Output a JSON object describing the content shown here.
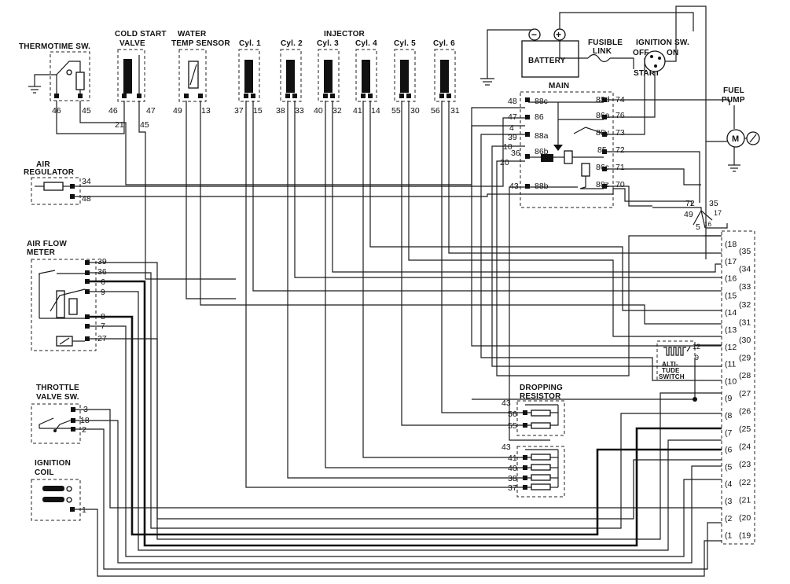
{
  "components": {
    "thermotime": "THERMOTIME SW.",
    "cold_start_1": "COLD START",
    "cold_start_2": "VALVE",
    "water_temp_1": "WATER",
    "water_temp_2": "TEMP SENSOR",
    "injector": "INJECTOR",
    "cyl1": "Cyl. 1",
    "cyl2": "Cyl. 2",
    "cyl3": "Cyl. 3",
    "cyl4": "Cyl. 4",
    "cyl5": "Cyl. 5",
    "cyl6": "Cyl. 6",
    "battery": "BATTERY",
    "fusible_1": "FUSIBLE",
    "fusible_2": "LINK",
    "ignition_sw": "IGNITION SW.",
    "off": "OFF",
    "on": "ON",
    "start": "START",
    "main": "MAIN",
    "fuel_1": "FUEL",
    "fuel_2": "PUMP",
    "motor": "M",
    "air_reg_1": "AIR",
    "air_reg_2": "REGULATOR",
    "afm_1": "AIR FLOW",
    "afm_2": "METER",
    "throttle_1": "THROTTLE",
    "throttle_2": "VALVE SW.",
    "coil_1": "IGNITION",
    "coil_2": "COIL",
    "dropping_1": "DROPPING",
    "dropping_2": "RESISTOR",
    "alt_1": "ALTI-",
    "alt_2": "TUDE",
    "alt_3": "SWITCH"
  },
  "pins": {
    "thermo": [
      "46",
      "45"
    ],
    "cold": [
      "46",
      "47",
      "21",
      "45"
    ],
    "water": [
      "49",
      "13"
    ],
    "cyl1": [
      "37",
      "15"
    ],
    "cyl2": [
      "38",
      "33"
    ],
    "cyl3": [
      "40",
      "32"
    ],
    "cyl4": [
      "41",
      "14"
    ],
    "cyl5": [
      "55",
      "30"
    ],
    "cyl6": [
      "56",
      "31"
    ],
    "relay_left": [
      "48",
      "88c",
      "47",
      "86",
      "4",
      "39",
      "88a",
      "10",
      "36",
      "86b",
      "20",
      "43",
      "88b"
    ],
    "relay_right": [
      "88d",
      "74",
      "86a",
      "76",
      "88y",
      "73",
      "85",
      "72",
      "86c",
      "71",
      "88z",
      "70"
    ],
    "junction": [
      "72",
      "35",
      "49",
      "17",
      "5",
      "16"
    ],
    "air_reg": [
      "34",
      "48"
    ],
    "afm": [
      "39",
      "36",
      "6",
      "9",
      "8",
      "7",
      "27"
    ],
    "throttle": [
      "3",
      "18",
      "2"
    ],
    "coil": [
      "1"
    ],
    "dropping": [
      "43",
      "56",
      "55",
      "43",
      "41",
      "40",
      "38",
      "37"
    ],
    "altitude": [
      "12",
      "9"
    ],
    "connector_left": [
      "18",
      "17",
      "16",
      "15",
      "14",
      "13",
      "12",
      "11",
      "10",
      "9",
      "8",
      "7",
      "6",
      "5",
      "4",
      "3",
      "2",
      "1"
    ],
    "connector_right": [
      "35",
      "34",
      "33",
      "32",
      "31",
      "30",
      "29",
      "28",
      "27",
      "26",
      "25",
      "24",
      "23",
      "22",
      "21",
      "20",
      "19"
    ]
  }
}
